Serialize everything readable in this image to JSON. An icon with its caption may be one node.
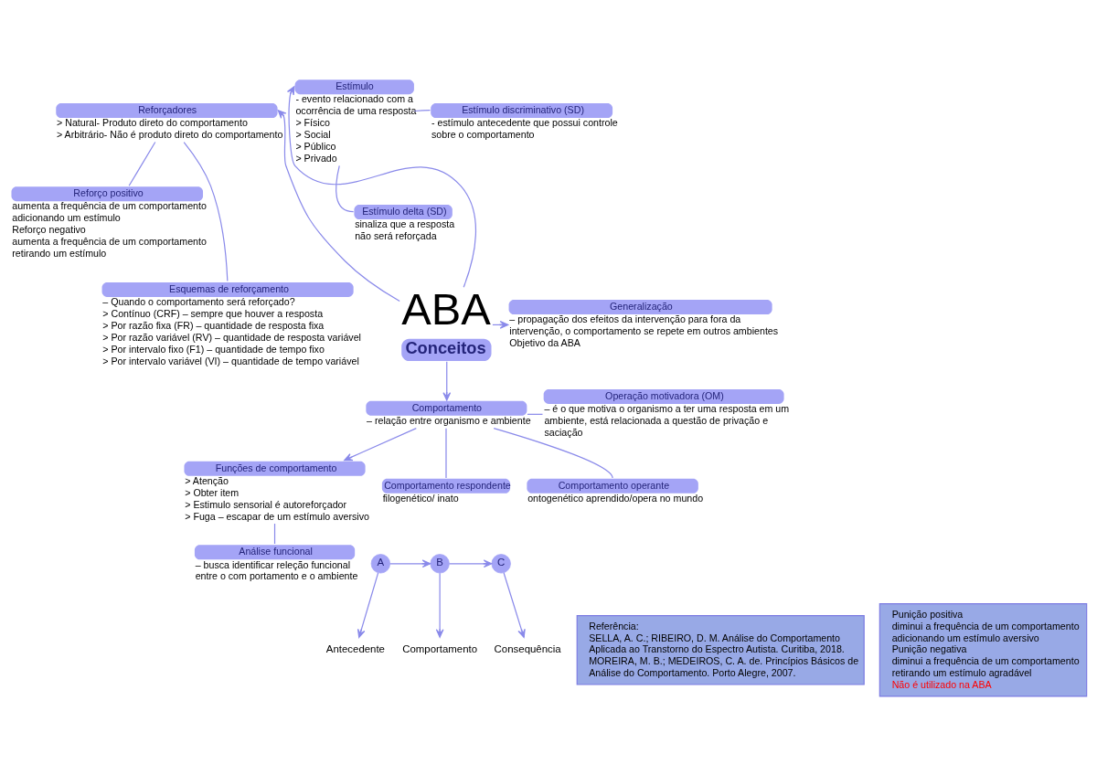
{
  "diagram": {
    "nodes": [
      {
        "text": [
          "ABA",
          "Conceitos"
        ]
      },
      {
        "text": [
          "Reforçadores",
          "> Natural- Produto direto do comportamento",
          "> Arbitrário- Não é produto direto do comportamento"
        ]
      },
      {
        "text": [
          "Reforço positivo",
          "aumenta a frequência de um comportamento adicionando um estímulo",
          "Reforço negativo",
          "aumenta a frequência de um comportamento retirando um estímulo"
        ]
      },
      {
        "text": [
          "Esquemas de reforçamento",
          "– Quando o comportamento será reforçado?",
          "> Contínuo (CRF) – sempre que houver a resposta",
          "> Por razão fixa (FR) – quantidade de resposta fixa",
          "> Por razão variável (RV) – quantidade de resposta variável",
          "> Por intervalo fixo (F1) – quantidade de tempo fixo",
          "> Por intervalo variável (VI) – quantidade de tempo variável"
        ]
      },
      {
        "text": [
          "Estímulo",
          "- evento relacionado com a ocorrência de uma resposta",
          "> Físico",
          "> Social",
          "> Público",
          "> Privado"
        ]
      },
      {
        "text": [
          "Estímulo discriminativo (SD)",
          "- estímulo antecedente que possui controle sobre o comportamento"
        ]
      },
      {
        "text": [
          "Estímulo delta (SD)",
          "sinaliza que a resposta não será reforçada"
        ]
      },
      {
        "text": [
          "Generalização",
          "– propagação dos efeitos da intervenção para fora da intervenção, o comportamento se repete em outros ambientes",
          "Objetivo da ABA"
        ]
      },
      {
        "text": [
          "Funções de comportamento",
          "> Atenção",
          "> Obter item",
          "> Estimulo sensorial é autoreforçador",
          "> Fuga – escapar de um estímulo aversivo"
        ]
      },
      {
        "text": [
          "Comportamento",
          "– relação entre organismo e ambiente"
        ]
      },
      {
        "text": [
          "Operação motivadora (OM)",
          "– é o que motiva o organismo a ter uma resposta em um ambiente, está relacionada a questão de privação e saciação"
        ]
      },
      {
        "text": [
          "Comportamento respondente",
          "filogenético/ inato"
        ]
      },
      {
        "text": [
          "Comportamento operante",
          "ontogenético aprendido/opera no mundo"
        ]
      },
      {
        "text": [
          "Análise funcional",
          "– busca identificar releção funcional entre o com portamento e o ambiente"
        ]
      },
      {
        "text": [
          "A"
        ]
      },
      {
        "text": [
          "B"
        ]
      },
      {
        "text": [
          "C"
        ]
      },
      {
        "text": [
          "Antecedente"
        ]
      },
      {
        "text": [
          "Comportamento"
        ]
      },
      {
        "text": [
          "Consequência"
        ]
      },
      {
        "text": [
          "Referência:",
          "SELLA, A. C.; RIBEIRO, D. M. Análise do Comportamento Aplicada ao Transtorno do Espectro Autista. Curitiba, 2018.",
          "MOREIRA, M. B.; MEDEIROS, C. A. de. Princípios Básicos de Análise do Comportamento. Porto Alegre, 2007."
        ]
      },
      {
        "text": [
          "Punição positiva",
          "diminui a frequência de um comportamento adicionando um estímulo aversivo",
          "Punição negativa",
          "diminui a frequência de um comportamento retirando um estímulo agradável",
          "Não é utilizado na ABA"
        ]
      }
    ],
    "edges": [
      {
        "from": 0,
        "to": 1,
        "arrow": "to"
      },
      {
        "from": 0,
        "to": 4,
        "arrow": "to"
      },
      {
        "from": 0,
        "to": 7,
        "arrow": "to"
      },
      {
        "from": 0,
        "to": 9,
        "arrow": "to"
      },
      {
        "from": 1,
        "to": 2,
        "arrow": "none"
      },
      {
        "from": 1,
        "to": 3,
        "arrow": "none"
      },
      {
        "from": 4,
        "to": 5,
        "arrow": "none"
      },
      {
        "from": 4,
        "to": 6,
        "arrow": "none"
      },
      {
        "from": 9,
        "to": 8,
        "arrow": "to"
      },
      {
        "from": 9,
        "to": 10,
        "arrow": "none"
      },
      {
        "from": 9,
        "to": 11,
        "arrow": "none"
      },
      {
        "from": 9,
        "to": 12,
        "arrow": "none"
      },
      {
        "from": 8,
        "to": 13,
        "arrow": "none"
      },
      {
        "from": 14,
        "to": 15,
        "arrow": "to"
      },
      {
        "from": 15,
        "to": 16,
        "arrow": "to"
      },
      {
        "from": 14,
        "to": 17,
        "arrow": "to"
      },
      {
        "from": 15,
        "to": 18,
        "arrow": "to"
      },
      {
        "from": 16,
        "to": 19,
        "arrow": "to"
      }
    ]
  }
}
